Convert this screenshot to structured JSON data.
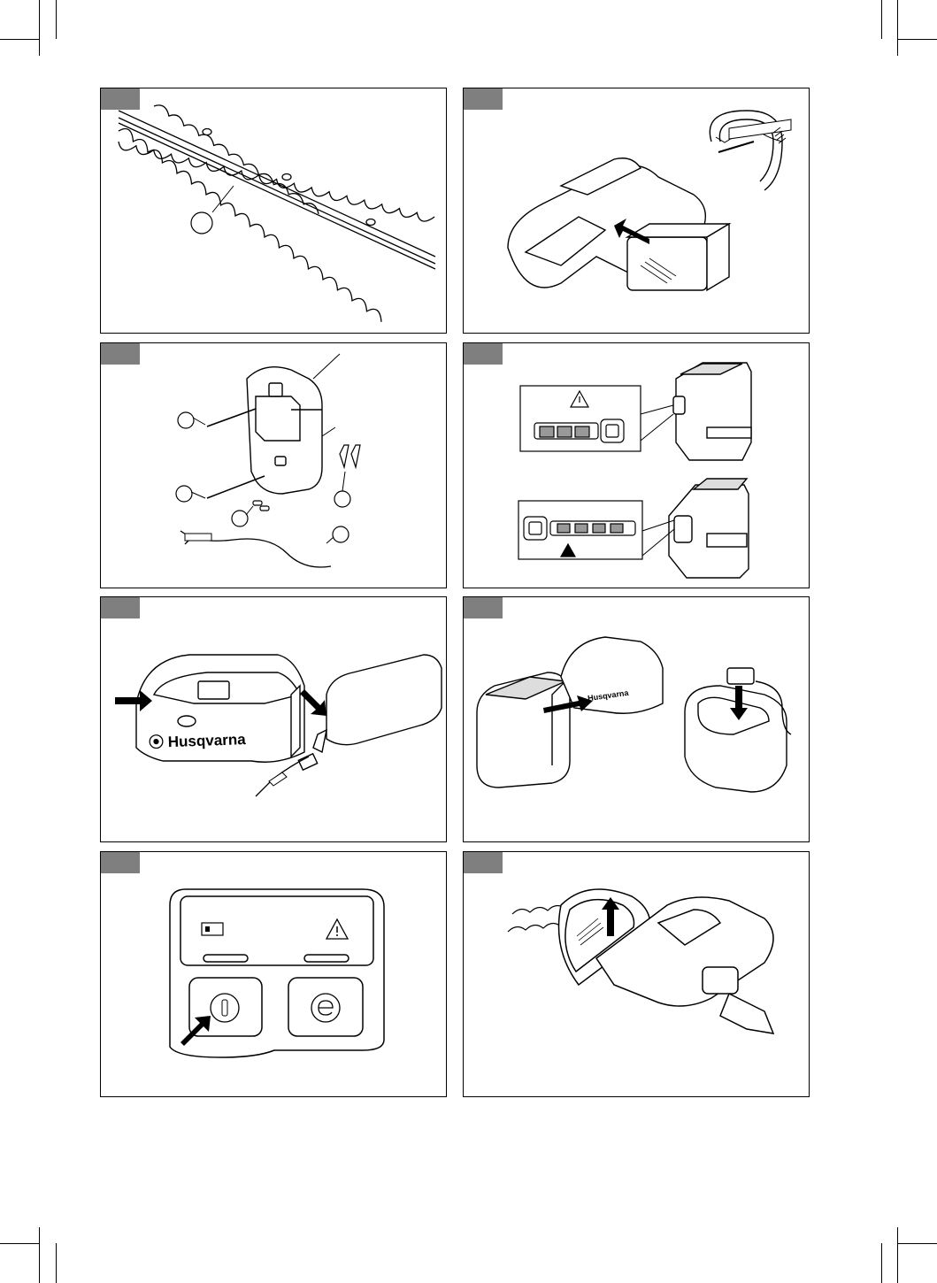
{
  "page": {
    "panels": [
      {
        "id": 1,
        "label": "",
        "subject": "hedge-trimmer-blade",
        "callouts": [
          ""
        ]
      },
      {
        "id": 2,
        "label": "",
        "subject": "battery-insertion-into-trimmer"
      },
      {
        "id": 3,
        "label": "",
        "subject": "wall-mount-kit-parts",
        "callouts": [
          "",
          "",
          "",
          "",
          ""
        ]
      },
      {
        "id": 4,
        "label": "",
        "subject": "battery-indicator-lights"
      },
      {
        "id": 5,
        "label": "",
        "subject": "charger-and-adapter",
        "brand": "Husqvarna"
      },
      {
        "id": 6,
        "label": "",
        "subject": "battery-charging",
        "brand": "Husqvarna"
      },
      {
        "id": 7,
        "label": "",
        "subject": "keypad-power-button"
      },
      {
        "id": 8,
        "label": "",
        "subject": "hand-guard-lever"
      }
    ],
    "icons": [
      "warning-triangle-icon",
      "battery-level-icon",
      "power-button-icon",
      "eco-mode-icon",
      "arrow-icon"
    ]
  }
}
